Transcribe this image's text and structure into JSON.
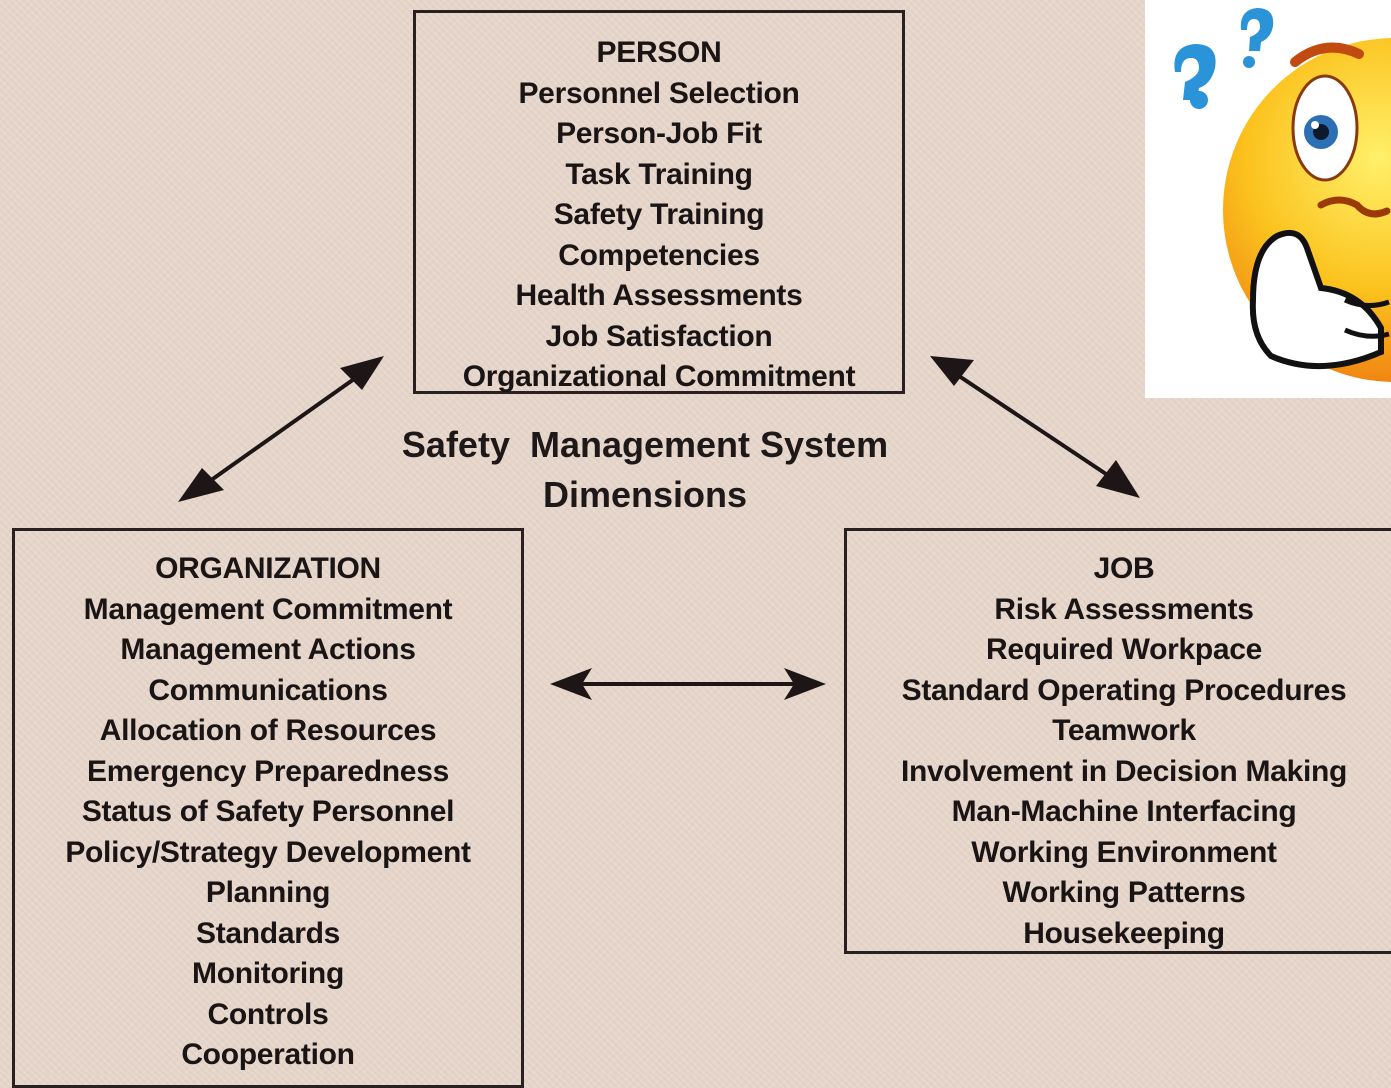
{
  "title": [
    "Safety  Management System",
    "Dimensions"
  ],
  "person": {
    "heading": "PERSON",
    "items": [
      "Personnel Selection",
      "Person-Job Fit",
      "Task Training",
      "Safety Training",
      "Competencies",
      "Health Assessments",
      "Job Satisfaction",
      "Organizational Commitment"
    ]
  },
  "organization": {
    "heading": "ORGANIZATION",
    "items": [
      "Management Commitment",
      "Management Actions",
      "Communications",
      "Allocation of Resources",
      "Emergency Preparedness",
      "Status of Safety Personnel",
      "Policy/Strategy Development",
      "Planning",
      "Standards",
      "Monitoring",
      "Controls",
      "Cooperation"
    ]
  },
  "job": {
    "heading": "JOB",
    "items": [
      "Risk Assessments",
      "Required Workpace",
      "Standard Operating Procedures",
      "Teamwork",
      "Involvement in Decision Making",
      "Man-Machine Interfacing",
      "Working Environment",
      "Working Patterns",
      "Housekeeping"
    ]
  },
  "connections": [
    {
      "from": "person",
      "to": "organization",
      "type": "bidirectional"
    },
    {
      "from": "person",
      "to": "job",
      "type": "bidirectional"
    },
    {
      "from": "organization",
      "to": "job",
      "type": "bidirectional"
    }
  ],
  "illustration": {
    "icon": "thinking-face-icon",
    "marks": "question-marks",
    "colors": {
      "face": "#f9b51a",
      "marks": "#2b93d8"
    }
  }
}
